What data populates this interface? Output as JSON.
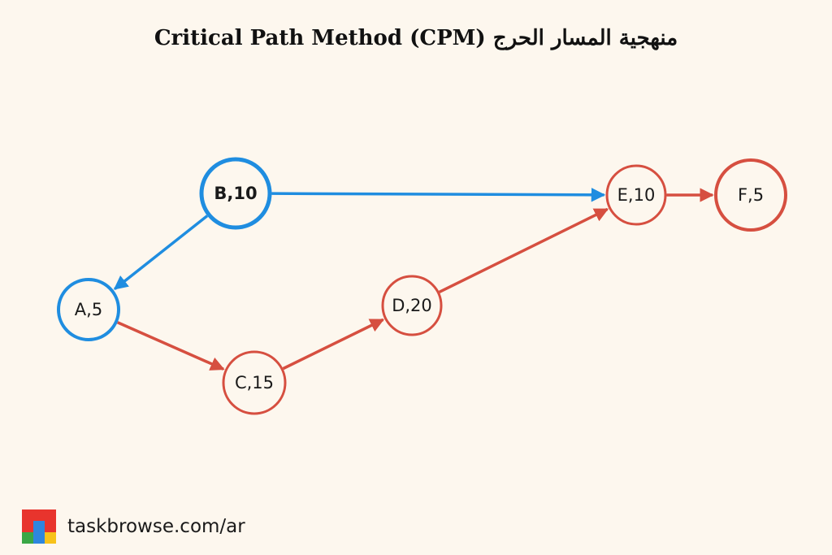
{
  "title": "منهجية المسار الحرج Critical Path Method (CPM)",
  "colors": {
    "background": "#fdf7ee",
    "blue": "#1f8de0",
    "red": "#d64f40"
  },
  "nodes": [
    {
      "id": "B",
      "label": "B,10",
      "color": "blue",
      "bold": true
    },
    {
      "id": "A",
      "label": "A,5",
      "color": "blue",
      "bold": false
    },
    {
      "id": "C",
      "label": "C,15",
      "color": "red",
      "bold": false
    },
    {
      "id": "D",
      "label": "D,20",
      "color": "red",
      "bold": false
    },
    {
      "id": "E",
      "label": "E,10",
      "color": "red",
      "bold": false
    },
    {
      "id": "F",
      "label": "F,5",
      "color": "red",
      "bold": false
    }
  ],
  "edges": [
    {
      "from": "B",
      "to": "E",
      "color": "blue"
    },
    {
      "from": "B",
      "to": "A",
      "color": "blue"
    },
    {
      "from": "A",
      "to": "C",
      "color": "red"
    },
    {
      "from": "C",
      "to": "D",
      "color": "red"
    },
    {
      "from": "D",
      "to": "E",
      "color": "red"
    },
    {
      "from": "E",
      "to": "F",
      "color": "red"
    }
  ],
  "footer": {
    "site": "taskbrowse.com/ar",
    "logo_icon": "taskbrowse-logo-icon"
  }
}
